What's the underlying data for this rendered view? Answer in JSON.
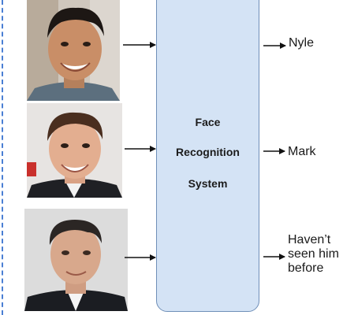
{
  "system": {
    "line1": "Face",
    "line2": "Recognition",
    "line3": "System"
  },
  "outputs": [
    {
      "label": "Nyle"
    },
    {
      "label": "Mark"
    },
    {
      "label_lines": [
        "Haven’t",
        "seen him",
        "before"
      ]
    }
  ],
  "colors": {
    "box_fill": "#d4e3f5",
    "box_border": "#6f8fb8",
    "dashed_line": "#4a7fd4",
    "arrow": "#111111"
  }
}
